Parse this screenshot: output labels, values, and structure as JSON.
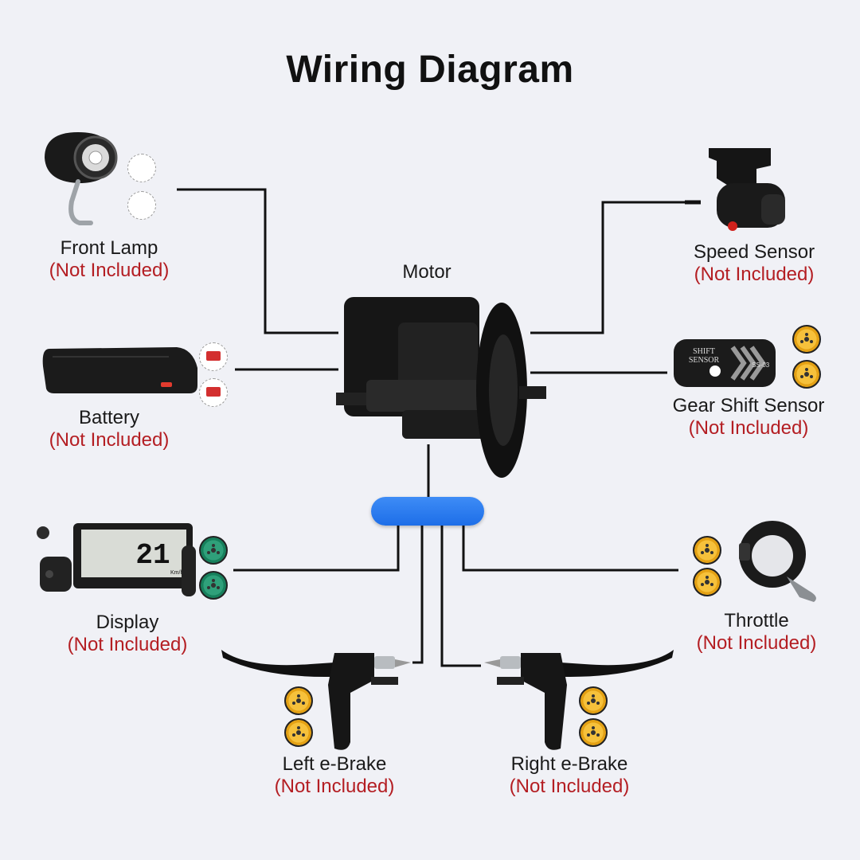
{
  "title": "Wiring Diagram",
  "components": {
    "motor": {
      "label": "Motor"
    },
    "front_lamp": {
      "label": "Front Lamp",
      "note": "(Not Included)"
    },
    "battery": {
      "label": "Battery",
      "note": "(Not Included)"
    },
    "display": {
      "label": "Display",
      "note": "(Not Included)"
    },
    "left_brake": {
      "label": "Left e-Brake",
      "note": "(Not Included)"
    },
    "right_brake": {
      "label": "Right e-Brake",
      "note": "(Not Included)"
    },
    "throttle": {
      "label": "Throttle",
      "note": "(Not Included)"
    },
    "speed_sensor": {
      "label": "Speed Sensor",
      "note": "(Not Included)"
    },
    "gear_shift_sensor": {
      "label": "Gear Shift Sensor",
      "note": "(Not Included)"
    }
  },
  "product_text": {
    "shift_sensor_line1": "SHIFT",
    "shift_sensor_line2": "SENSOR",
    "shift_sensor_model": "SS-03",
    "display_speed": "21",
    "display_speed_unit": "Km/h"
  },
  "colors": {
    "wire": "#111111",
    "hub": "#1d6ee8",
    "note_red": "#b41e23",
    "background": "#f0f1f6"
  }
}
